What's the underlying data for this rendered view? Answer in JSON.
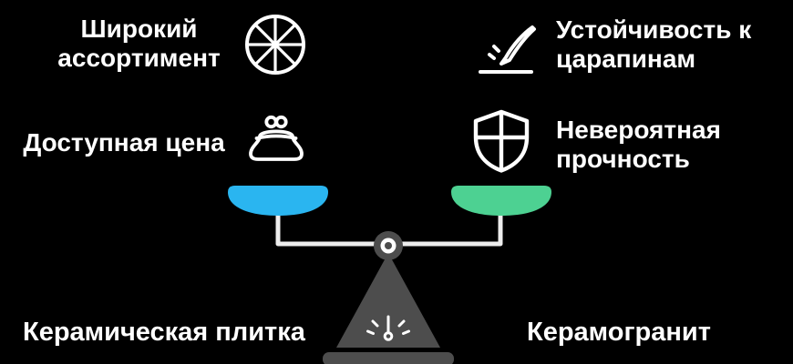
{
  "colors": {
    "background": "#000000",
    "text": "#ffffff",
    "icon": "#ffffff",
    "left_pan": "#2ab5f0",
    "right_pan": "#4dd192",
    "stand": "#4d4d4d",
    "arm": "#ededed"
  },
  "features": {
    "left_top": "Широкий\nассортимент",
    "left_mid": "Доступная цена",
    "right_top": "Устойчивость к\nцарапинам",
    "right_mid": "Невероятная\nпрочность"
  },
  "icons": {
    "left_top": "pie-wheel-icon",
    "left_mid": "coin-purse-icon",
    "right_top": "scratch-blade-icon",
    "right_mid": "shield-icon",
    "center": "balance-scale"
  },
  "labels": {
    "left": "Керамическая плитка",
    "right": "Керамогранит"
  }
}
